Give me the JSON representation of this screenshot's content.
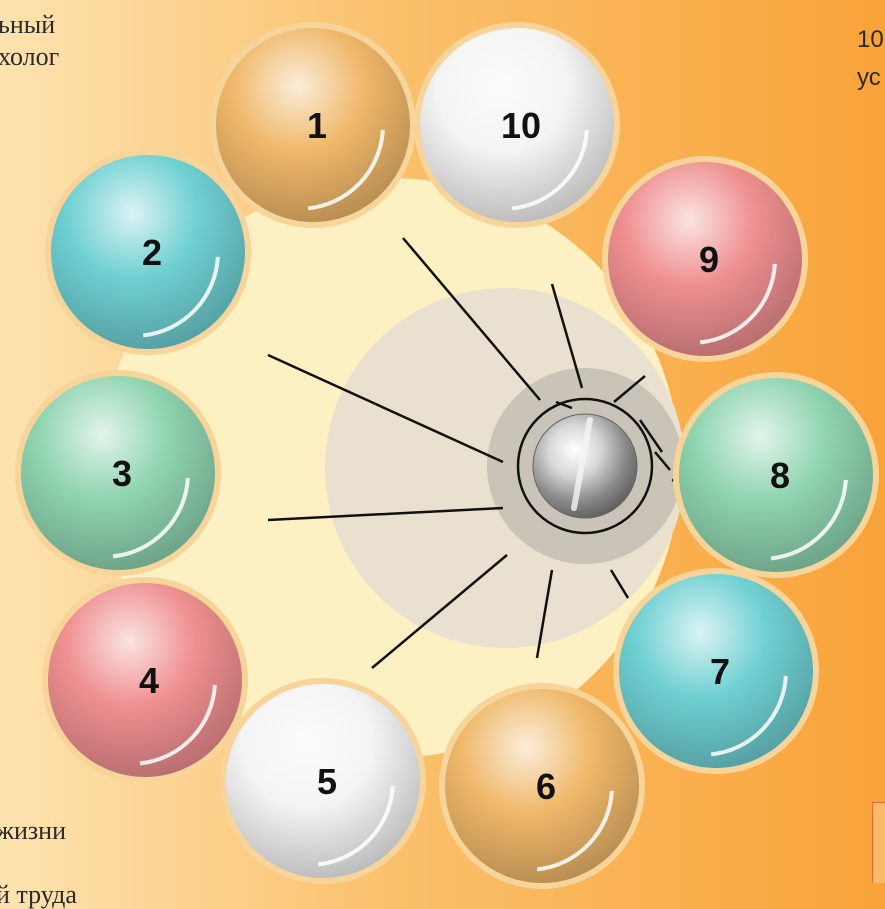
{
  "text_fragments": {
    "top_left_1": "ьный",
    "top_left_2": "холог",
    "top_right_1": "10",
    "top_right_2": "ус",
    "bottom_left_1": "жизни",
    "bottom_left_2": "й труда"
  },
  "circles": [
    {
      "label": "1",
      "color": "#f0b86a"
    },
    {
      "label": "2",
      "color": "#6fd0d2"
    },
    {
      "label": "3",
      "color": "#8fd4b0"
    },
    {
      "label": "4",
      "color": "#ef8f90"
    },
    {
      "label": "5",
      "color": "#f4f4f4"
    },
    {
      "label": "6",
      "color": "#f0b86a"
    },
    {
      "label": "7",
      "color": "#6fd0d2"
    },
    {
      "label": "8",
      "color": "#8fd4b0"
    },
    {
      "label": "9",
      "color": "#ef8f90"
    },
    {
      "label": "10",
      "color": "#f4f4f4"
    }
  ],
  "colors": {
    "background_left": "#fde3b0",
    "background_right": "#f9a339",
    "inner_disc": "#fdf0c2",
    "halo": "#e9e0cf",
    "hub": "#c9c3b8",
    "connector_lines": "#111111"
  }
}
